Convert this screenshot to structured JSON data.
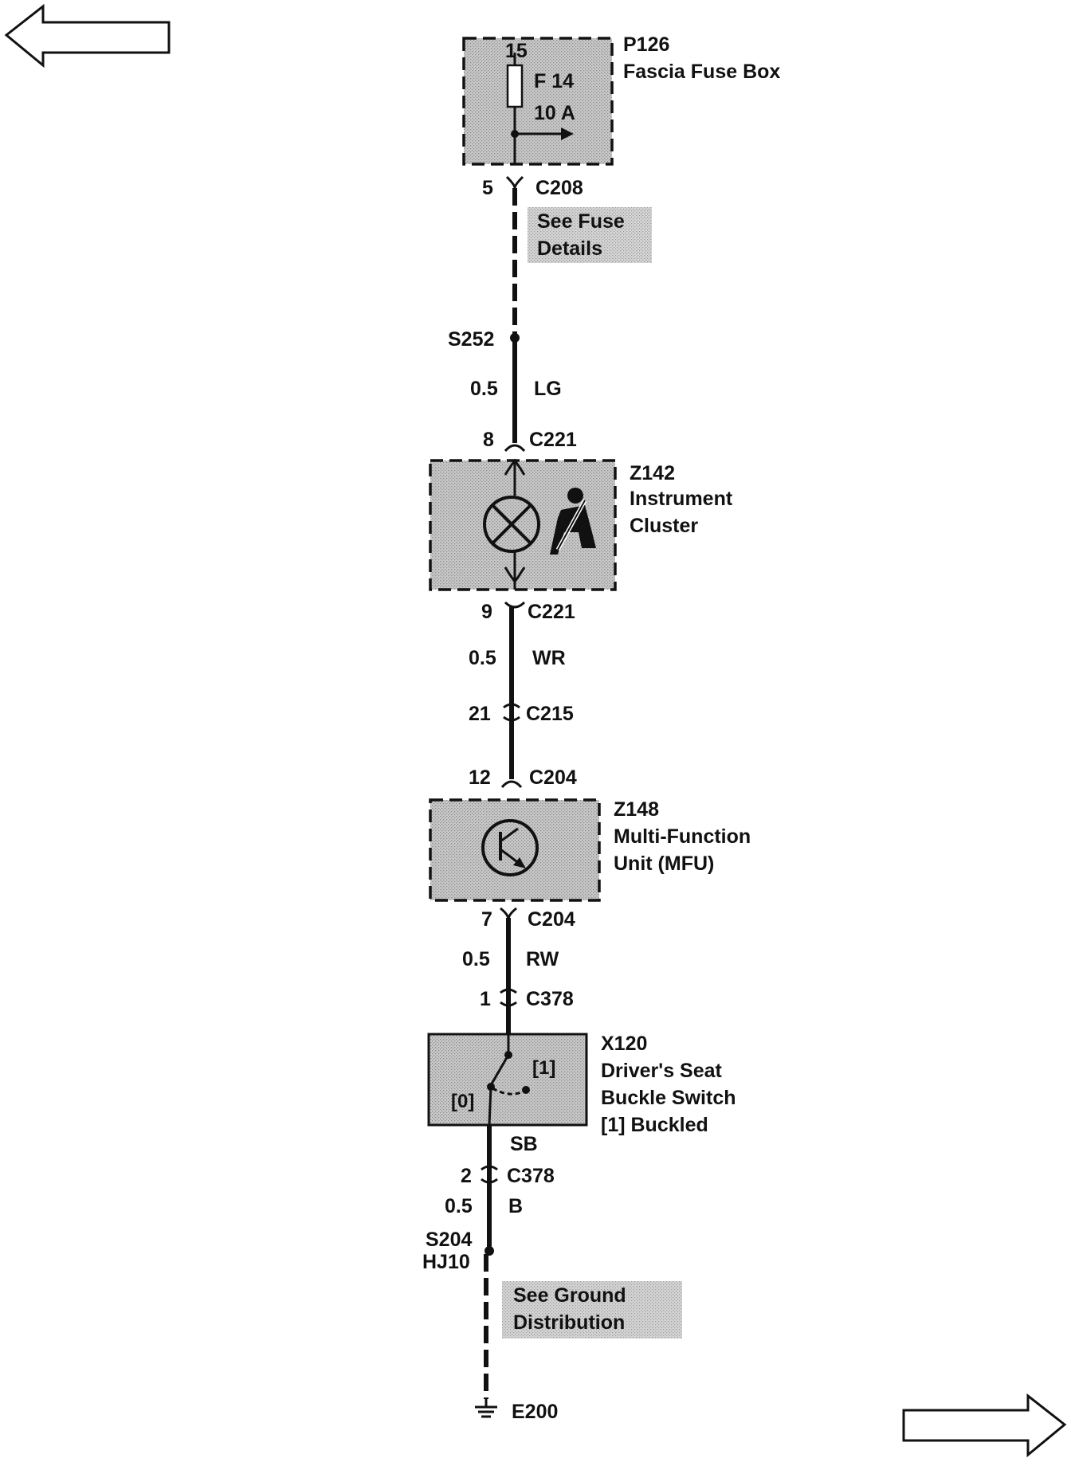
{
  "fuse_box": {
    "pin": "15",
    "fuse": "F 14",
    "rating": "10 A",
    "id": "P126",
    "name": "Fascia Fuse Box"
  },
  "c208": {
    "pin": "5",
    "connector": "C208"
  },
  "fuse_note": {
    "line1": "See Fuse",
    "line2": "Details"
  },
  "s252": {
    "label": "S252"
  },
  "wire_lg": {
    "size": "0.5",
    "color": "LG"
  },
  "c221_top": {
    "pin": "8",
    "connector": "C221"
  },
  "cluster": {
    "id": "Z142",
    "line1": "Instrument",
    "line2": "Cluster"
  },
  "c221_bottom": {
    "pin": "9",
    "connector": "C221"
  },
  "wire_wr": {
    "size": "0.5",
    "color": "WR"
  },
  "c215": {
    "pin": "21",
    "connector": "C215"
  },
  "c204_top": {
    "pin": "12",
    "connector": "C204"
  },
  "mfu": {
    "id": "Z148",
    "line1": "Multi-Function",
    "line2": "Unit (MFU)"
  },
  "c204_bottom": {
    "pin": "7",
    "connector": "C204"
  },
  "wire_rw": {
    "size": "0.5",
    "color": "RW"
  },
  "c378_top": {
    "pin": "1",
    "connector": "C378"
  },
  "switch": {
    "id": "X120",
    "line1": "Driver's Seat",
    "line2": "Buckle Switch",
    "line3": "[1] Buckled",
    "pos1": "[1]",
    "pos0": "[0]"
  },
  "wire_sb": {
    "color": "SB"
  },
  "c378_bottom": {
    "pin": "2",
    "connector": "C378"
  },
  "wire_b": {
    "size": "0.5",
    "color": "B"
  },
  "s204": {
    "label": "S204",
    "sub": "HJ10"
  },
  "ground_note": {
    "line1": "See Ground",
    "line2": "Distribution"
  },
  "ground": {
    "label": "E200"
  },
  "icons": [
    "back-arrow-icon",
    "forward-arrow-icon",
    "lamp-icon",
    "seatbelt-icon",
    "transistor-icon",
    "switch-icon",
    "ground-icon",
    "fuse-icon"
  ]
}
